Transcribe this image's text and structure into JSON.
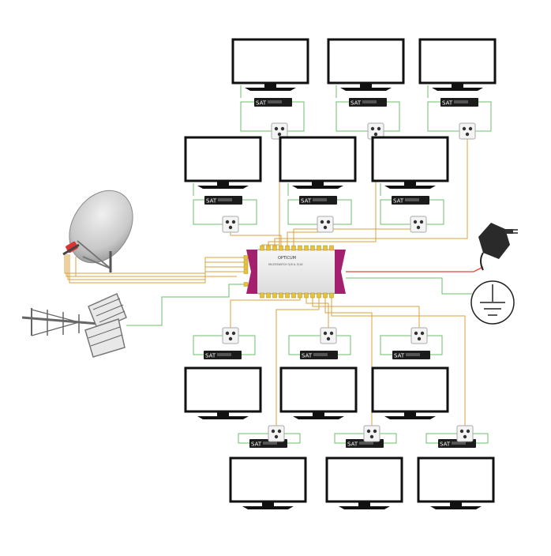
{
  "labels": {
    "receiver": "SAT",
    "multiswitch_brand": "OPTICUM",
    "multiswitch_model": "MULTISWITCH 5/8 & 5/16"
  },
  "colors": {
    "sat_cable": "#d9a13b",
    "terrestrial_cable": "#6cbf6c",
    "power_cable": "#e0453a",
    "multiswitch_body": "#a3206f",
    "tv_frame": "#111111"
  },
  "icons": [
    "satellite-dish-icon",
    "terrestrial-antenna-icon",
    "power-adapter-icon",
    "ground-icon",
    "wall-socket-icon",
    "tv-icon",
    "set-top-box-icon"
  ]
}
